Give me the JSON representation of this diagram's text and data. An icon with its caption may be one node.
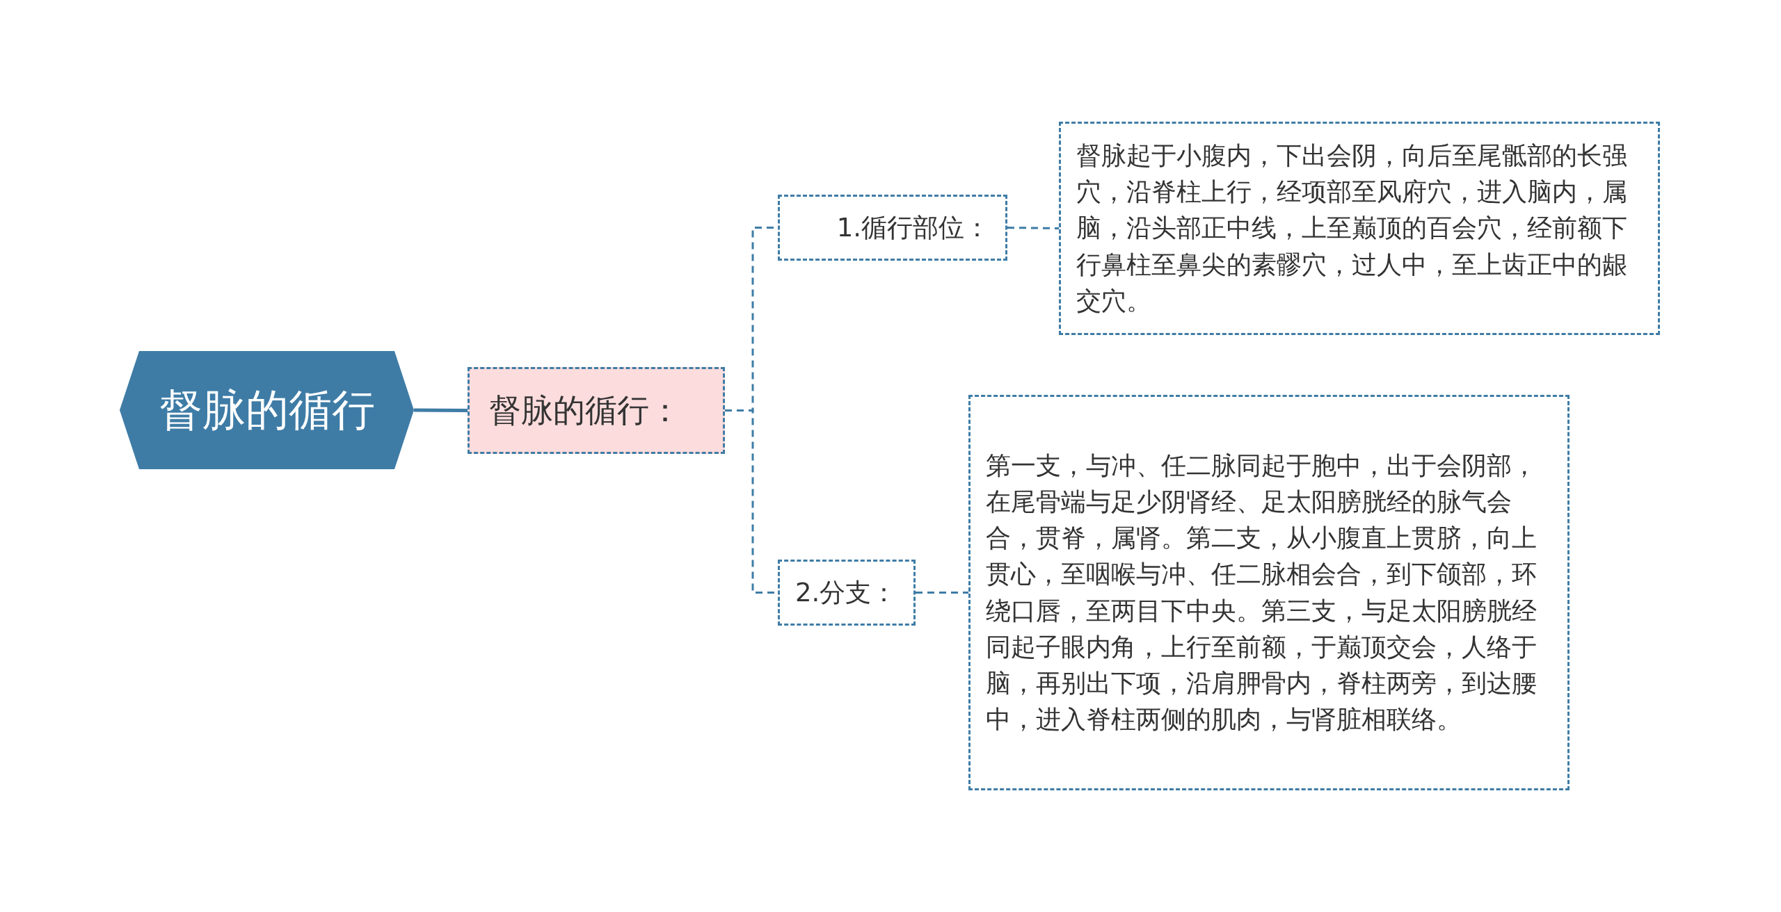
{
  "diagram": {
    "nodes": [
      {
        "text": [
          "督脉的循行"
        ]
      },
      {
        "text": [
          "督脉的循行："
        ]
      },
      {
        "text": [
          "1.循行部位："
        ]
      },
      {
        "text": [
          "督脉起于小腹内，下出会阴，向后至尾骶部的长强穴，沿脊柱上行，经项部至风府穴，进入脑内，属脑，沿头部正中线，上至巅顶的百会穴，经前额下行鼻柱至鼻尖的素髎穴，过人中，至上齿正中的龈交穴。"
        ]
      },
      {
        "text": [
          "2.分支："
        ]
      },
      {
        "text": [
          "第一支，与冲、任二脉同起于胞中，出于会阴部，在尾骨端与足少阴肾经、足太阳膀胱经的脉气会合，贯脊，属肾。第二支，从小腹直上贯脐，向上贯心，至咽喉与冲、任二脉相会合，到下颌部，环绕口唇，至两目下中央。第三支，与足太阳膀胱经同起子眼内角，上行至前额，于巅顶交会，人络于脑，再别出下项，沿肩胛骨内，脊柱两旁，到达腰中，进入脊柱两侧的肌肉，与肾脏相联络。"
        ]
      }
    ],
    "edges": [
      {
        "from": 0,
        "to": 1,
        "arrow": "none"
      },
      {
        "from": 1,
        "to": 2,
        "arrow": "none",
        "style": "dashed"
      },
      {
        "from": 1,
        "to": 4,
        "arrow": "none",
        "style": "dashed"
      },
      {
        "from": 2,
        "to": 3,
        "arrow": "none",
        "style": "dashed"
      },
      {
        "from": 4,
        "to": 5,
        "arrow": "none",
        "style": "dashed"
      }
    ]
  }
}
